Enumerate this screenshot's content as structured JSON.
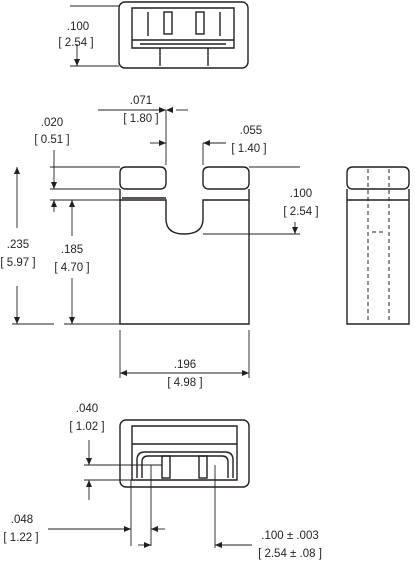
{
  "dimensions": {
    "top_pitch_in": ".100",
    "top_pitch_mm": "[ 2.54 ]",
    "slot_width_in": ".071",
    "slot_width_mm": "[ 1.80 ]",
    "contact_width_in": ".055",
    "contact_width_mm": "[ 1.40 ]",
    "top_lip_in": ".020",
    "top_lip_mm": "[ 0.51 ]",
    "slot_depth_in": ".100",
    "slot_depth_mm": "[ 2.54 ]",
    "overall_height_in": ".235",
    "overall_height_mm": "[ 5.97 ]",
    "body_height_in": ".185",
    "body_height_mm": "[ 4.70 ]",
    "body_width_in": ".196",
    "body_width_mm": "[ 4.98 ]",
    "opening_in": ".040",
    "opening_mm": "[ 1.02 ]",
    "wall_in": ".048",
    "wall_mm": "[ 1.22 ]",
    "contact_pitch_in": ".100 ± .003",
    "contact_pitch_mm": "[ 2.54 ± .08 ]"
  }
}
